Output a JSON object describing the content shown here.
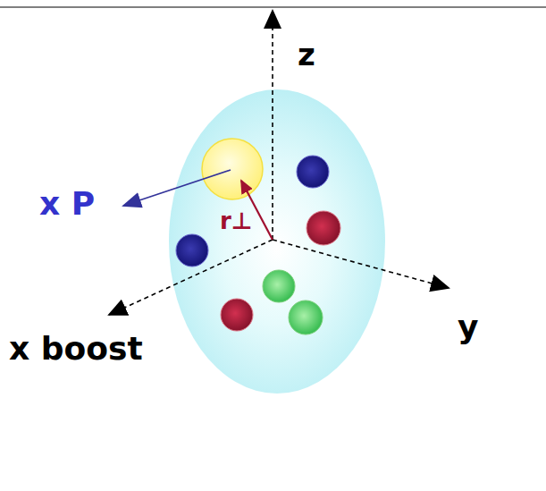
{
  "diagram": {
    "labels": [
      "z",
      "y",
      "x boost",
      "x P",
      "r⊥"
    ]
  }
}
